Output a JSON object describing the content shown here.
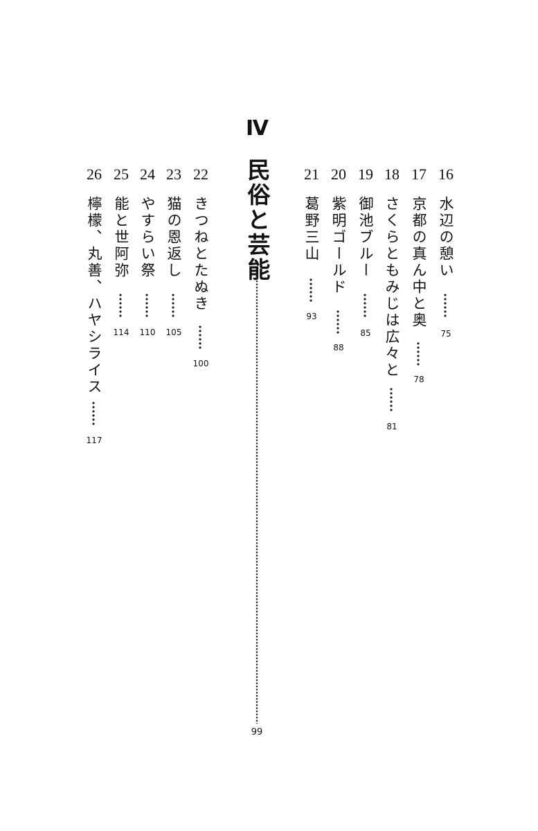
{
  "part": {
    "numeral": "Ⅳ",
    "title": "民俗と芸能",
    "page": "99"
  },
  "entries": [
    {
      "num": "16",
      "title": "水辺の憩い",
      "page": "75"
    },
    {
      "num": "17",
      "title": "京都の真ん中と奥",
      "page": "78"
    },
    {
      "num": "18",
      "title": "さくらともみじは広々と",
      "page": "81"
    },
    {
      "num": "19",
      "title": "御池ブルー",
      "page": "85"
    },
    {
      "num": "20",
      "title": "紫明ゴールド",
      "page": "88"
    },
    {
      "num": "21",
      "title": "葛野三山",
      "page": "93"
    },
    {
      "num": "22",
      "title": "きつねとたぬき",
      "page": "100"
    },
    {
      "num": "23",
      "title": "猫の恩返し",
      "page": "105"
    },
    {
      "num": "24",
      "title": "やすらい祭",
      "page": "110"
    },
    {
      "num": "25",
      "title": "能と世阿弥",
      "page": "114"
    },
    {
      "num": "26",
      "title": "檸檬、丸善、ハヤシライス",
      "page": "117"
    }
  ]
}
